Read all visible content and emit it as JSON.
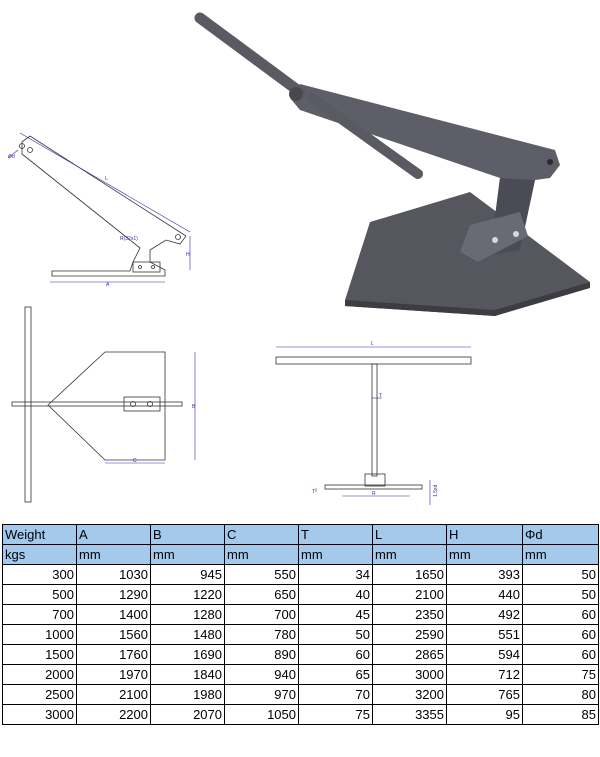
{
  "drawing_labels": {
    "side": {
      "d": "Φd",
      "L": "L",
      "R": "R(32x1)",
      "H": "H",
      "A": "A"
    },
    "top": {
      "B": "B",
      "C": "C"
    },
    "front": {
      "L": "L",
      "T": "T",
      "R": "R",
      "T2": "T",
      "h": "1.5xd"
    }
  },
  "table": {
    "header_row1": [
      "Weight",
      "A",
      "B",
      "C",
      "T",
      "L",
      "H",
      "Φd"
    ],
    "header_row2": [
      "kgs",
      "mm",
      "mm",
      "mm",
      "mm",
      "mm",
      "mm",
      "mm"
    ],
    "rows": [
      [
        "300",
        "1030",
        "945",
        "550",
        "34",
        "1650",
        "393",
        "50"
      ],
      [
        "500",
        "1290",
        "1220",
        "650",
        "40",
        "2100",
        "440",
        "50"
      ],
      [
        "700",
        "1400",
        "1280",
        "700",
        "45",
        "2350",
        "492",
        "60"
      ],
      [
        "1000",
        "1560",
        "1480",
        "780",
        "50",
        "2590",
        "551",
        "60"
      ],
      [
        "1500",
        "1760",
        "1690",
        "890",
        "60",
        "2865",
        "594",
        "60"
      ],
      [
        "2000",
        "1970",
        "1840",
        "940",
        "65",
        "3000",
        "712",
        "75"
      ],
      [
        "2500",
        "2100",
        "1980",
        "970",
        "70",
        "3200",
        "765",
        "80"
      ],
      [
        "3000",
        "2200",
        "2070",
        "1050",
        "75",
        "3355",
        "95",
        "85"
      ]
    ]
  }
}
